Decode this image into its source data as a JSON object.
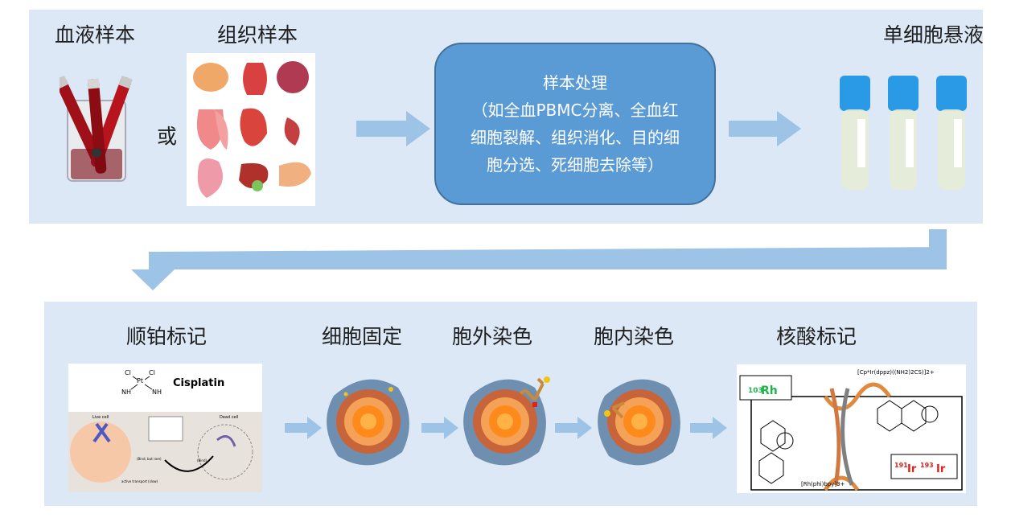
{
  "top": {
    "blood_label": "血液样本",
    "tissue_label": "组织样本",
    "or_label": "或",
    "suspension_label": "单细胞悬液",
    "process": {
      "title": "样本处理",
      "line1": "（如全血PBMC分离、全血红",
      "line2": "细胞裂解、组织消化、目的细",
      "line3": "胞分选、死细胞去除等）"
    }
  },
  "bottom": {
    "steps": [
      "顺铂标记",
      "细胞固定",
      "胞外染色",
      "胞内染色",
      "核酸标记"
    ],
    "cisplatin": {
      "name": "Cisplatin",
      "cl": "Cl",
      "pt": "Pt",
      "nh3": "NH",
      "live_cell": "Live cell",
      "dead_cell": "Dead cell",
      "binding": "(Bind, but rare)",
      "bind": "(Bind)",
      "active_transport": "active transport (slow)"
    },
    "nucleic": {
      "rh_iso": "103",
      "rh": "Rh",
      "ir_formula": "[Cp*Ir(dppz)((NH2)2CS)]2+",
      "rh_formula": "[Rh(phi)bpy]3+",
      "ir_iso1": "191",
      "ir_iso2": "193",
      "ir": "Ir"
    }
  },
  "colors": {
    "panel": "#dce8f5",
    "arrow": "#9dc3e6",
    "process_box": "#5b9bd5",
    "rh_green": "#22b24c",
    "ir_red": "#e0201b"
  },
  "icons": {
    "blood": "blood-tubes-beaker-image",
    "organs": "organ-grid-image",
    "tubes": "suspension-tubes-image",
    "cell": "cell-illustration-image"
  }
}
